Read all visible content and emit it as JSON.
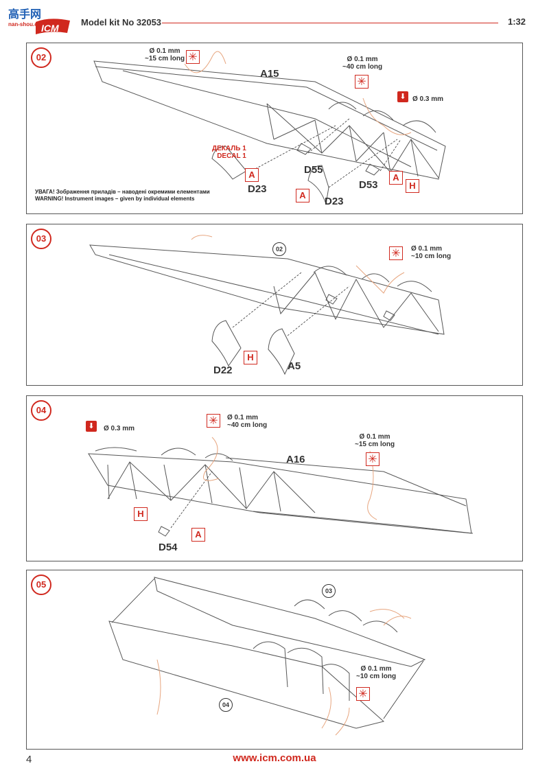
{
  "header": {
    "logo_text": "ICM",
    "logo_site": "nan-shou.com",
    "logo_cn": "高手网",
    "model_title": "Model kit No 32053",
    "scale": "1:32"
  },
  "steps": [
    {
      "number": "02",
      "part_main": "A15",
      "wire1": [
        "Ø 0.1 mm",
        "~15 cm long"
      ],
      "wire2": [
        "Ø 0.1 mm",
        "~40 cm long"
      ],
      "drill": "Ø 0.3 mm",
      "decal": [
        "ДЕКАЛЬ 1",
        "DECAL 1"
      ],
      "parts": [
        "D55",
        "D23",
        "D23",
        "D53"
      ],
      "tags": [
        "A",
        "A",
        "A",
        "H"
      ],
      "warning": [
        "УВАГА! Зображення приладів – наводені окремими елементами",
        "WARNING! Instrument images – given by individual elements"
      ]
    },
    {
      "number": "03",
      "ref": "02",
      "wire": [
        "Ø 0.1 mm",
        "~10 cm long"
      ],
      "parts": [
        "D22",
        "A5"
      ],
      "tag": "H"
    },
    {
      "number": "04",
      "part_main": "A16",
      "drill": "Ø 0.3 mm",
      "wire1": [
        "Ø 0.1 mm",
        "~40 cm long"
      ],
      "wire2": [
        "Ø 0.1 mm",
        "~15 cm long"
      ],
      "parts": [
        "D54"
      ],
      "tags": [
        "H",
        "A"
      ]
    },
    {
      "number": "05",
      "ref1": "03",
      "ref2": "04",
      "wire": [
        "Ø 0.1 mm",
        "~10 cm long"
      ]
    }
  ],
  "footer": {
    "page": "4",
    "website": "www.icm.com.ua"
  },
  "icons": {
    "glue": "asterisk-icon",
    "drill": "drill-icon"
  },
  "colors": {
    "accent": "#d0281e",
    "line": "#555555"
  }
}
